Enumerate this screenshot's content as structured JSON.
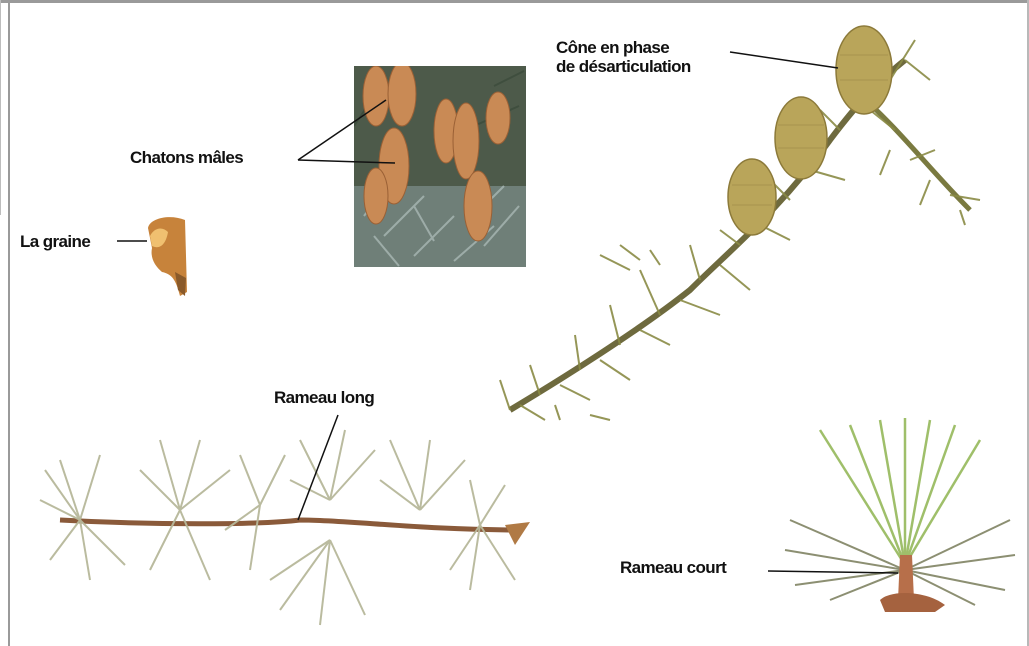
{
  "labels": {
    "chatons_males": "Chatons mâles",
    "la_graine": "La graine",
    "cone_line1": "Cône en phase",
    "cone_line2": "de désarticulation",
    "rameau_long": "Rameau long",
    "rameau_court": "Rameau court"
  },
  "colors": {
    "frame": "#9a9a9a",
    "needle_green": "#8fae5a",
    "cone_tan": "#b9a55a",
    "catkin_brown": "#c98a55",
    "twig_brown": "#8a5a3a"
  }
}
